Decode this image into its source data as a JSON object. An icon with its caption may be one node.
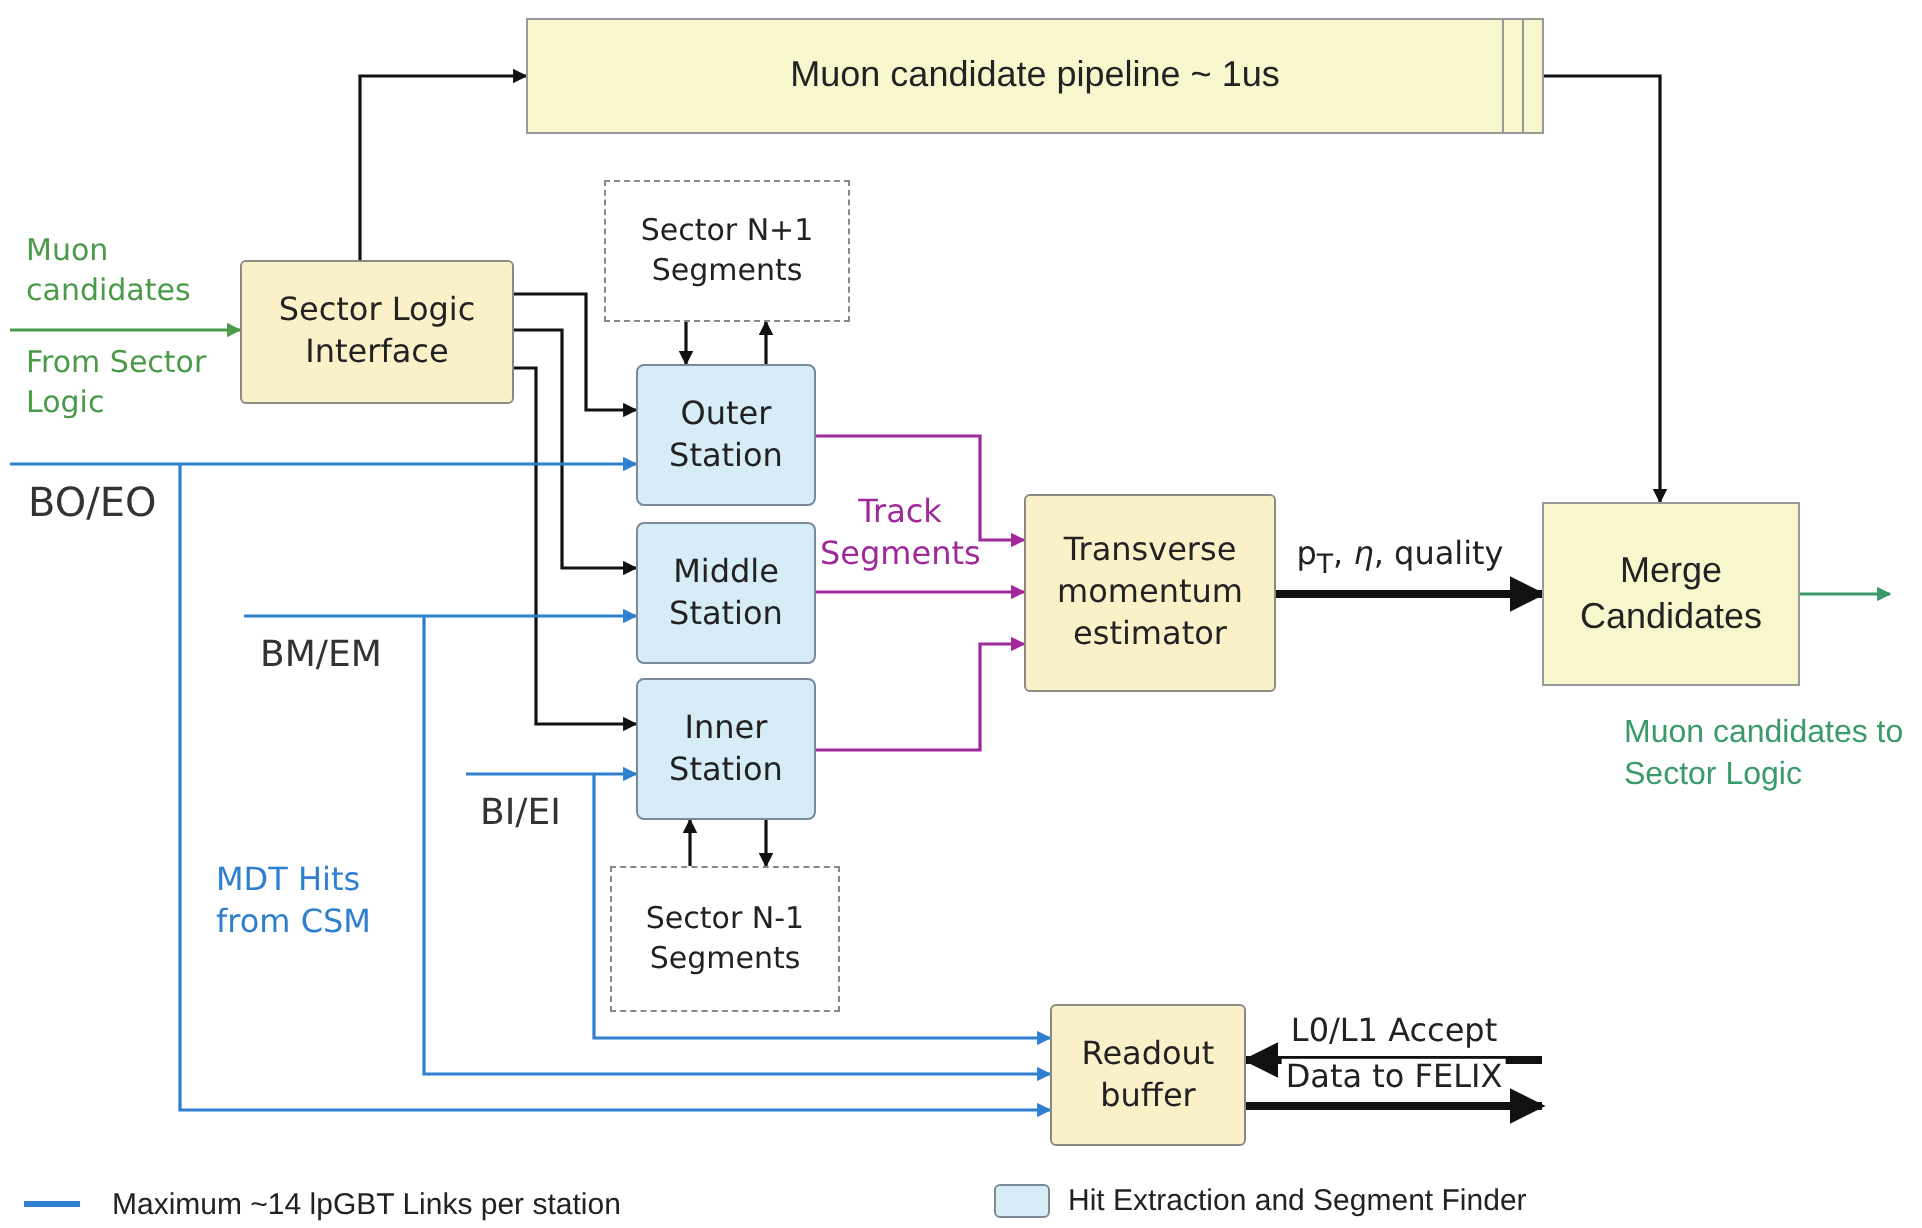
{
  "diagram": {
    "nodes": [
      {
        "text": [
          "Muon candidate pipeline ~ 1us"
        ]
      },
      {
        "text": [
          "Sector Logic Interface"
        ]
      },
      {
        "text": [
          "Sector N+1 Segments"
        ]
      },
      {
        "text": [
          "Outer Station"
        ]
      },
      {
        "text": [
          "Middle Station"
        ]
      },
      {
        "text": [
          "Inner Station"
        ]
      },
      {
        "text": [
          "Sector N-1 Segments"
        ]
      },
      {
        "text": [
          "Transverse momentum estimator"
        ]
      },
      {
        "text": [
          "Merge Candidates"
        ]
      },
      {
        "text": [
          "Readout buffer"
        ]
      }
    ],
    "edges": [
      {
        "from": 1,
        "to": 0,
        "arrow": "to"
      },
      {
        "from": 0,
        "to": 8,
        "arrow": "to"
      },
      {
        "from": null,
        "to": 1,
        "arrow": "to",
        "color": "#4a9a4a"
      },
      {
        "from": 1,
        "to": 3,
        "arrow": "to"
      },
      {
        "from": 1,
        "to": 4,
        "arrow": "to"
      },
      {
        "from": 1,
        "to": 5,
        "arrow": "to"
      },
      {
        "from": 2,
        "to": 3,
        "arrow": "to"
      },
      {
        "from": 3,
        "to": 2,
        "arrow": "to"
      },
      {
        "from": 5,
        "to": 6,
        "arrow": "to"
      },
      {
        "from": 6,
        "to": 5,
        "arrow": "to"
      },
      {
        "from": 3,
        "to": 7,
        "arrow": "to",
        "color": "#a0289a"
      },
      {
        "from": 4,
        "to": 7,
        "arrow": "to",
        "color": "#a0289a"
      },
      {
        "from": 5,
        "to": 7,
        "arrow": "to",
        "color": "#a0289a"
      },
      {
        "from": 7,
        "to": 8,
        "arrow": "to",
        "label": "p$_{T}$, *η*, quality",
        "style": "thick"
      },
      {
        "from": 8,
        "to": null,
        "arrow": "to",
        "color": "#3a9a6a"
      },
      {
        "from": null,
        "to": 3,
        "arrow": "to",
        "color": "#2f7fd0"
      },
      {
        "from": null,
        "to": 9,
        "arrow": "to",
        "color": "#2f7fd0"
      },
      {
        "from": null,
        "to": 4,
        "arrow": "to",
        "color": "#2f7fd0"
      },
      {
        "from": null,
        "to": 9,
        "arrow": "to",
        "color": "#2f7fd0"
      },
      {
        "from": null,
        "to": 5,
        "arrow": "to",
        "color": "#2f7fd0"
      },
      {
        "from": null,
        "to": 9,
        "arrow": "to",
        "color": "#2f7fd0"
      },
      {
        "from": null,
        "to": 9,
        "arrow": "to",
        "label": "L0/L1 Accept",
        "style": "thick"
      },
      {
        "from": 9,
        "to": null,
        "arrow": "to",
        "label": "Data to FELIX",
        "style": "thick"
      }
    ],
    "labels": [
      "Muon candidates",
      "From Sector Logic",
      "BO/EO",
      "Track Segments",
      "BM/EM",
      "BI/EI",
      "Muon candidates to Sector Logic",
      "MDT Hits from CSM"
    ],
    "legend": [
      {
        "text": "Maximum ~14 lpGBT Links per station"
      },
      {
        "text": "Hit Extraction and Segment Finder",
        "color": "#d6ecf7"
      }
    ]
  }
}
